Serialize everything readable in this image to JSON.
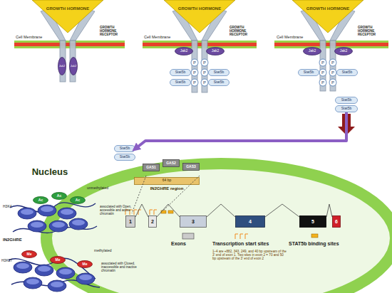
{
  "diagram": {
    "nodes": [
      {
        "text": [
          "GROWTH HORMONE"
        ]
      },
      {
        "text": [
          "GROWTH HORMONE"
        ]
      },
      {
        "text": [
          "GROWTH HORMONE"
        ]
      },
      {
        "text": [
          "Jak2"
        ]
      },
      {
        "text": [
          "Jak2"
        ]
      },
      {
        "text": [
          "Jak2"
        ]
      },
      {
        "text": [
          "Jak2"
        ]
      },
      {
        "text": [
          "Stat5b"
        ]
      },
      {
        "text": [
          "Stat5b"
        ]
      },
      {
        "text": [
          "Stat5b"
        ]
      },
      {
        "text": [
          "Stat5b"
        ]
      },
      {
        "text": [
          "Jak2"
        ]
      },
      {
        "text": [
          "Jak2"
        ]
      },
      {
        "text": [
          "Stat5b"
        ]
      },
      {
        "text": [
          "Stat5b"
        ]
      },
      {
        "text": [
          "Stat5b"
        ]
      },
      {
        "text": [
          "Stat5b"
        ]
      },
      {
        "text": [
          "Stat5b"
        ]
      },
      {
        "text": [
          "Stat5b"
        ]
      },
      {
        "text": [
          "Nucleus"
        ]
      },
      {
        "text": [
          "GAS1"
        ],
        "in": 19
      },
      {
        "text": [
          "GAS2"
        ],
        "in": 19
      },
      {
        "text": [
          "GAS3"
        ],
        "in": 19
      },
      {
        "text": [
          "64 bp",
          "IN2GHRE region"
        ],
        "in": 19
      },
      {
        "text": [
          "1"
        ],
        "in": 19
      },
      {
        "text": [
          "2"
        ],
        "in": 19
      },
      {
        "text": [
          "3"
        ],
        "in": 19
      },
      {
        "text": [
          "4"
        ],
        "in": 19
      },
      {
        "text": [
          "5"
        ],
        "in": 19
      },
      {
        "text": [
          "6"
        ],
        "in": 19
      },
      {
        "text": [
          "Ac"
        ]
      },
      {
        "text": [
          "Ac"
        ]
      },
      {
        "text": [
          "Ac"
        ]
      },
      {
        "text": [
          "Me"
        ]
      },
      {
        "text": [
          "Me"
        ]
      },
      {
        "text": [
          "Me"
        ]
      }
    ],
    "edges": [
      {
        "from": 16,
        "to": 17,
        "arrow": "to"
      },
      {
        "from": 24,
        "to": 25,
        "arrow": "none"
      },
      {
        "from": 25,
        "to": 26,
        "arrow": "none"
      },
      {
        "from": 26,
        "to": 27,
        "arrow": "none"
      },
      {
        "from": 27,
        "to": 28,
        "arrow": "none"
      },
      {
        "from": 28,
        "to": 29,
        "arrow": "none"
      }
    ],
    "labels": [
      "Cell Membrane",
      "GROWTH HORMONE RECEPTOR",
      "Cell Membrane",
      "GROWTH HORMONE RECEPTOR",
      "Cell Membrane",
      "GROWTH HORMONE RECEPTOR",
      "P",
      "P",
      "P",
      "P",
      "P",
      "P",
      "P",
      "P",
      "P",
      "P",
      "P",
      "P",
      "1–4 are +882, 343, 249, and 40 bp upstream of the 3' end of exon 1. Two sites in exon 2 = 70 and 50 bp upstream of the 3' end of exon 2",
      "H3K4",
      "H3K27",
      "unmethylated",
      "methylated",
      "IN2GHRE",
      "associated with Open, accessible and active chromatin",
      "associated with Closed, inaccessible and inactive chromatin"
    ],
    "legend": [
      {
        "text": "Exons"
      },
      {
        "text": "Transcription start sites"
      },
      {
        "text": "STAT5b binding sites"
      }
    ]
  }
}
